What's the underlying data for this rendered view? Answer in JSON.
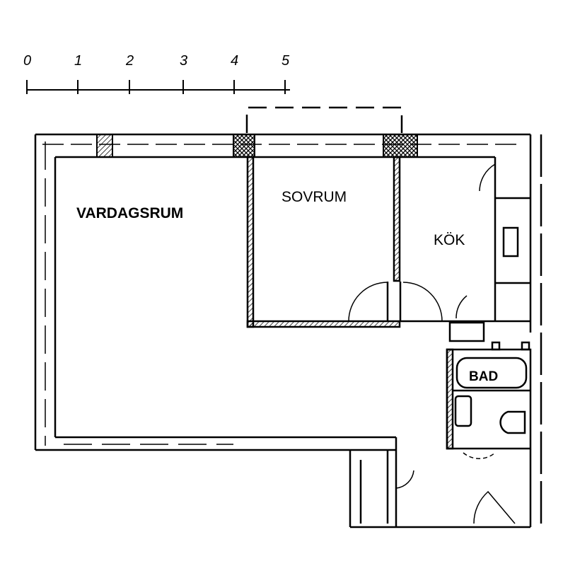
{
  "scale": {
    "ticks": [
      "0",
      "1",
      "2",
      "3",
      "4",
      "5"
    ]
  },
  "rooms": {
    "vardagsrum": "VARDAGSRUM",
    "sovrum": "SOVRUM",
    "kok": "KÖK",
    "bad": "BAD"
  },
  "colors": {
    "ink": "#000000",
    "background": "#ffffff"
  }
}
